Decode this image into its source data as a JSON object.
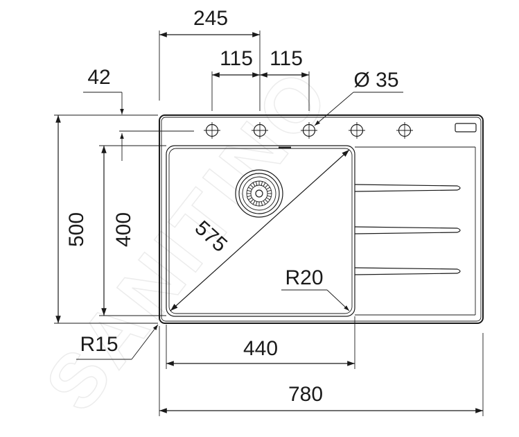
{
  "watermark": "SANITINO",
  "dimensions": {
    "top_offset_245": "245",
    "hole_spacing_1": "115",
    "hole_spacing_2": "115",
    "left_offset_42": "42",
    "hole_diameter": "Ø 35",
    "height_500": "500",
    "bowl_height": "400",
    "diagonal": "575",
    "inner_radius": "R20",
    "outer_radius": "R15",
    "bowl_width": "440",
    "total_width": "780"
  }
}
